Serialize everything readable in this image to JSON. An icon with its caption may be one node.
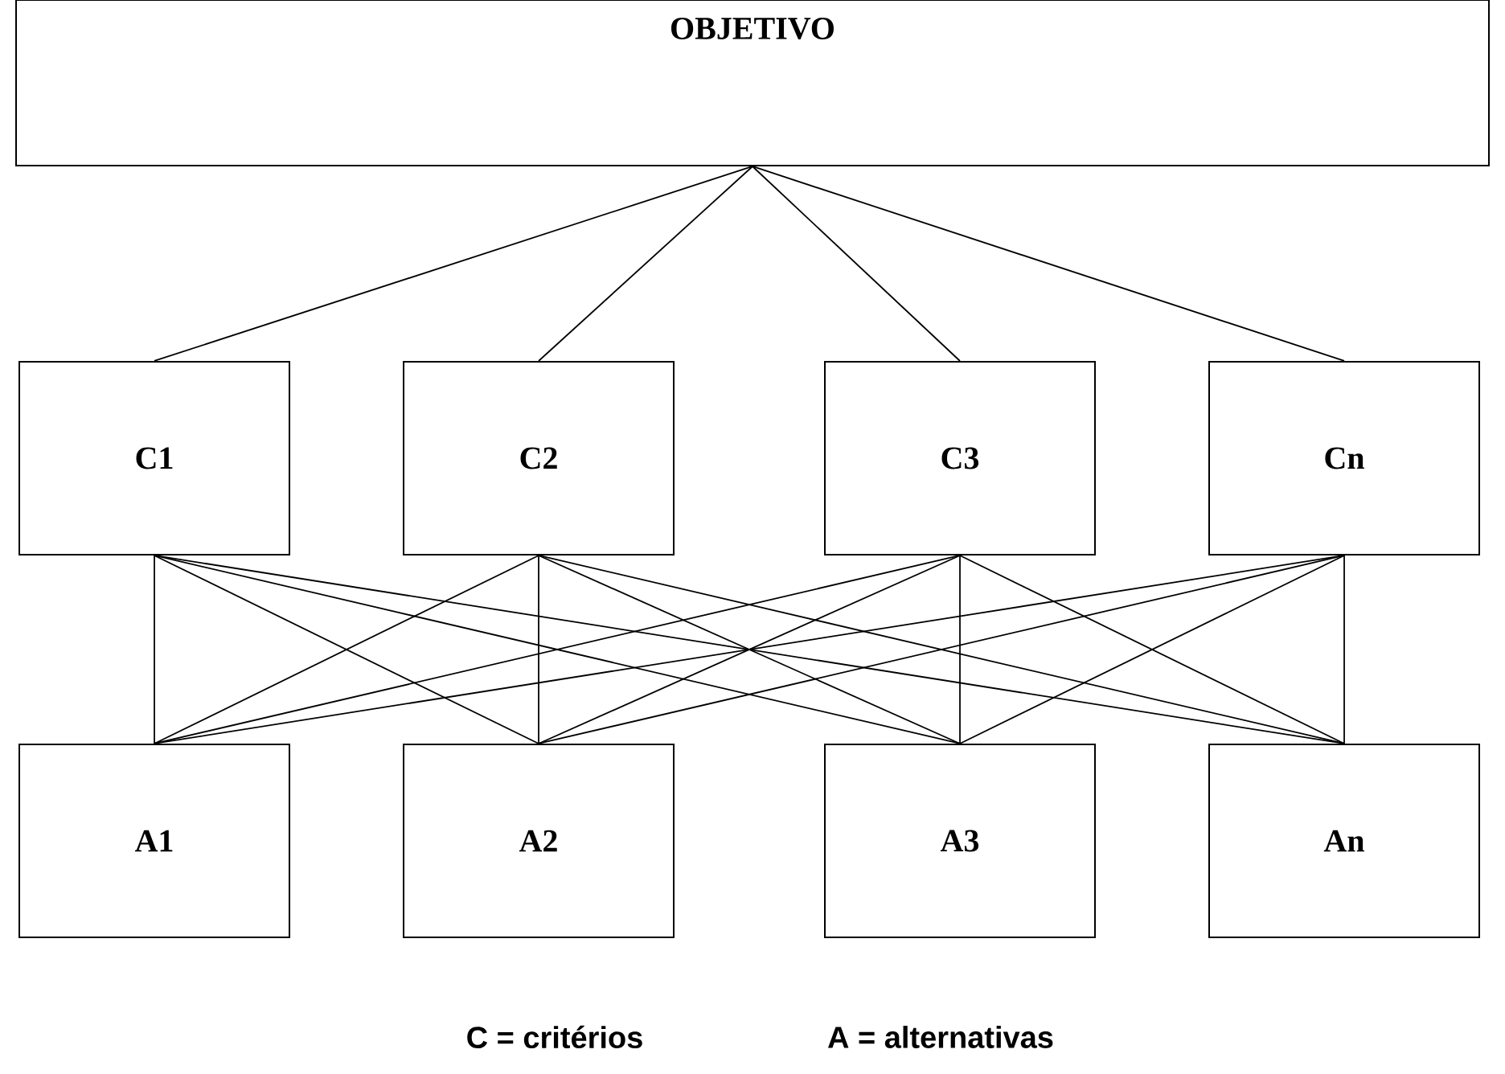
{
  "diagram": {
    "nodes": [
      {
        "text": [
          "OBJETIVO"
        ]
      },
      {
        "text": [
          "C1"
        ]
      },
      {
        "text": [
          "C2"
        ]
      },
      {
        "text": [
          "C3"
        ]
      },
      {
        "text": [
          "Cn"
        ]
      },
      {
        "text": [
          "A1"
        ]
      },
      {
        "text": [
          "A2"
        ]
      },
      {
        "text": [
          "A3"
        ]
      },
      {
        "text": [
          "An"
        ]
      }
    ],
    "edges": [
      {
        "from": 0,
        "to": 1,
        "arrow": "none"
      },
      {
        "from": 0,
        "to": 2,
        "arrow": "none"
      },
      {
        "from": 0,
        "to": 3,
        "arrow": "none"
      },
      {
        "from": 0,
        "to": 4,
        "arrow": "none"
      },
      {
        "from": 1,
        "to": 5,
        "arrow": "none"
      },
      {
        "from": 1,
        "to": 6,
        "arrow": "none"
      },
      {
        "from": 1,
        "to": 7,
        "arrow": "none"
      },
      {
        "from": 1,
        "to": 8,
        "arrow": "none"
      },
      {
        "from": 2,
        "to": 5,
        "arrow": "none"
      },
      {
        "from": 2,
        "to": 6,
        "arrow": "none"
      },
      {
        "from": 2,
        "to": 7,
        "arrow": "none"
      },
      {
        "from": 2,
        "to": 8,
        "arrow": "none"
      },
      {
        "from": 3,
        "to": 5,
        "arrow": "none"
      },
      {
        "from": 3,
        "to": 6,
        "arrow": "none"
      },
      {
        "from": 3,
        "to": 7,
        "arrow": "none"
      },
      {
        "from": 3,
        "to": 8,
        "arrow": "none"
      },
      {
        "from": 4,
        "to": 5,
        "arrow": "none"
      },
      {
        "from": 4,
        "to": 6,
        "arrow": "none"
      },
      {
        "from": 4,
        "to": 7,
        "arrow": "none"
      },
      {
        "from": 4,
        "to": 8,
        "arrow": "none"
      }
    ],
    "labels": [
      "C = critérios",
      "A = alternativas"
    ]
  }
}
